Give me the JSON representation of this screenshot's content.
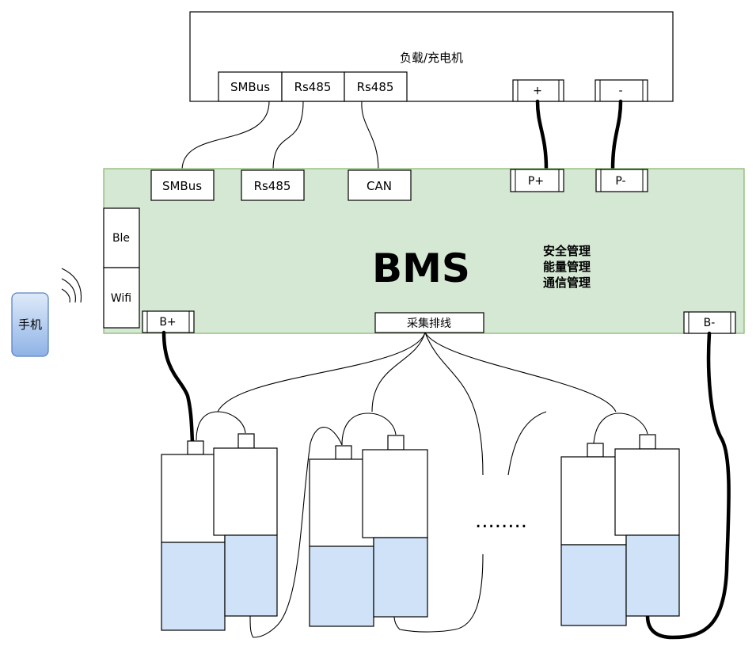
{
  "load_charger": {
    "title": "负载/充电机",
    "ports": [
      "SMBus",
      "Rs485",
      "Rs485"
    ],
    "plus": "+",
    "minus": "-"
  },
  "bms": {
    "title": "BMS",
    "features": [
      "安全管理",
      "能量管理",
      "通信管理"
    ],
    "ports": [
      "SMBus",
      "Rs485",
      "CAN"
    ],
    "p_plus": "P+",
    "p_minus": "P-",
    "b_plus": "B+",
    "b_minus": "B-",
    "sampling": "采集排线",
    "wireless": [
      "Ble",
      "Wifi"
    ]
  },
  "phone": {
    "label": "手机"
  },
  "ellipsis": "........",
  "colors": {
    "bms_fill": "#d5e8d4",
    "bms_stroke": "#82b366",
    "battery_fill": "#cfe2f7",
    "phone_fill": "#b4cff0"
  }
}
